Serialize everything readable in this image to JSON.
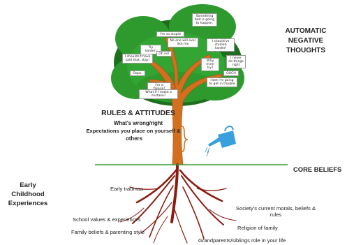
{
  "headings": {
    "automatic_line1": "AUTOMATIC",
    "automatic_line2": "NEGATIVE",
    "automatic_line3": "THOUGHTS",
    "rules_title": "RULES & ATTITUDES",
    "rules_line1": "What's wrong/right",
    "rules_line2": "Expectations you place on yourself &",
    "rules_line3": "others",
    "core_beliefs": "CORE BELIEFS",
    "early_line1": "Early",
    "early_line2": "Childhood",
    "early_line3": "Experiences"
  },
  "thoughts": {
    "something_bad": "Something bad is going to happen.",
    "so_stupid": "I'm so stupid",
    "no_one_will_ever": "No one will ever like me",
    "should_have_studied": "I should've studied harder!",
    "try_harder": "Try harder!",
    "oh_no": "Oh no!",
    "shouldnt_have_said": "I shouldn't have said that, stay!",
    "why_even_try": "Why even try?",
    "i_never_do": "I never do things right",
    "oops": "Oops.",
    "ouch": "OUCH",
    "getting_in_trouble": "I bet I'm going to get in trouble",
    "im_a_failure": "I'm a failure!",
    "what_if_mistake": "What if I make a mistake?"
  },
  "roots": {
    "early_traumas": "Early traumas",
    "school_values": "School values & experiences",
    "family_beliefs": "Family beliefs & parenting style",
    "society_line1": "Society's current morals, beliefs &",
    "society_line2": "rules",
    "religion": "Religion of family",
    "grandparents": "Grandparents/siblings role in your life"
  },
  "colors": {
    "canopy": "#2e9a2e",
    "canopy_dark": "#1d6f1d",
    "trunk": "#d2701f",
    "trunk_dark": "#a94e12",
    "roots": "#8a1c12",
    "ground_line": "#3f9a3a",
    "watering_can": "#3aa0dd"
  }
}
